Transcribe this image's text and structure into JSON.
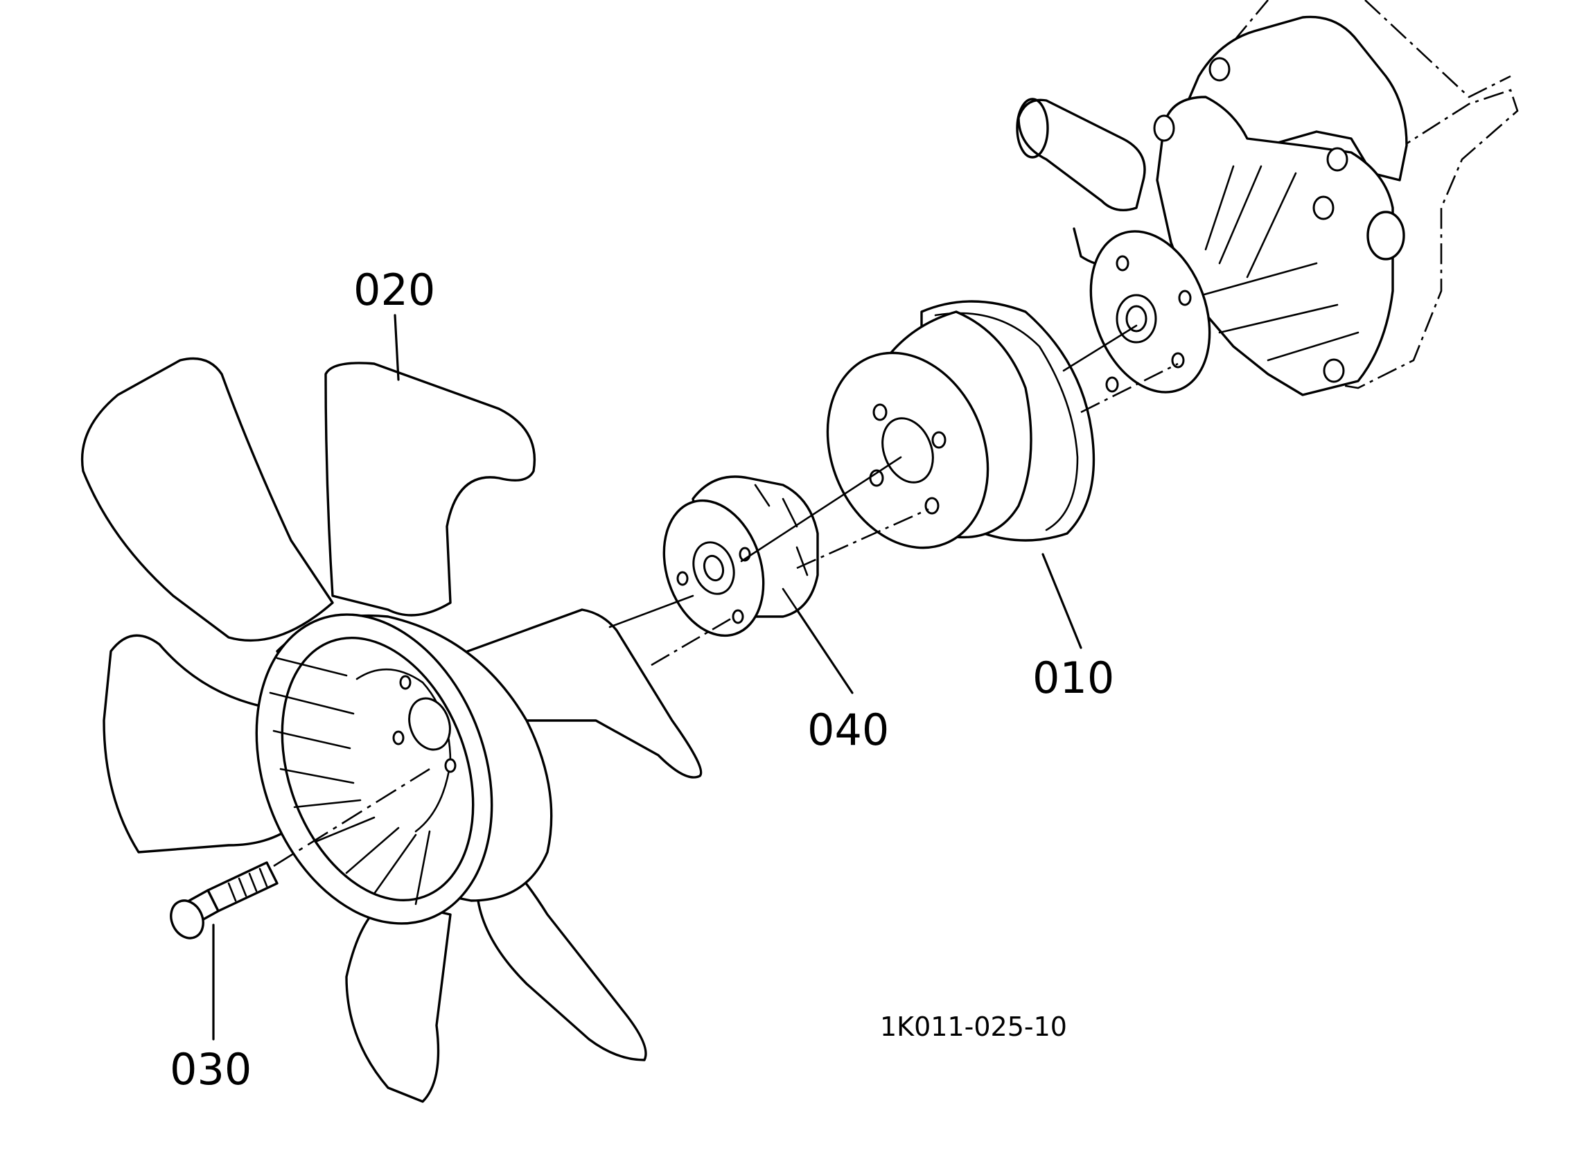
{
  "diagram": {
    "callouts": {
      "fan_drive_pulley": "010",
      "fan": "020",
      "bolt": "030",
      "spacer": "040"
    },
    "drawing_code": "1K011-025-10"
  }
}
